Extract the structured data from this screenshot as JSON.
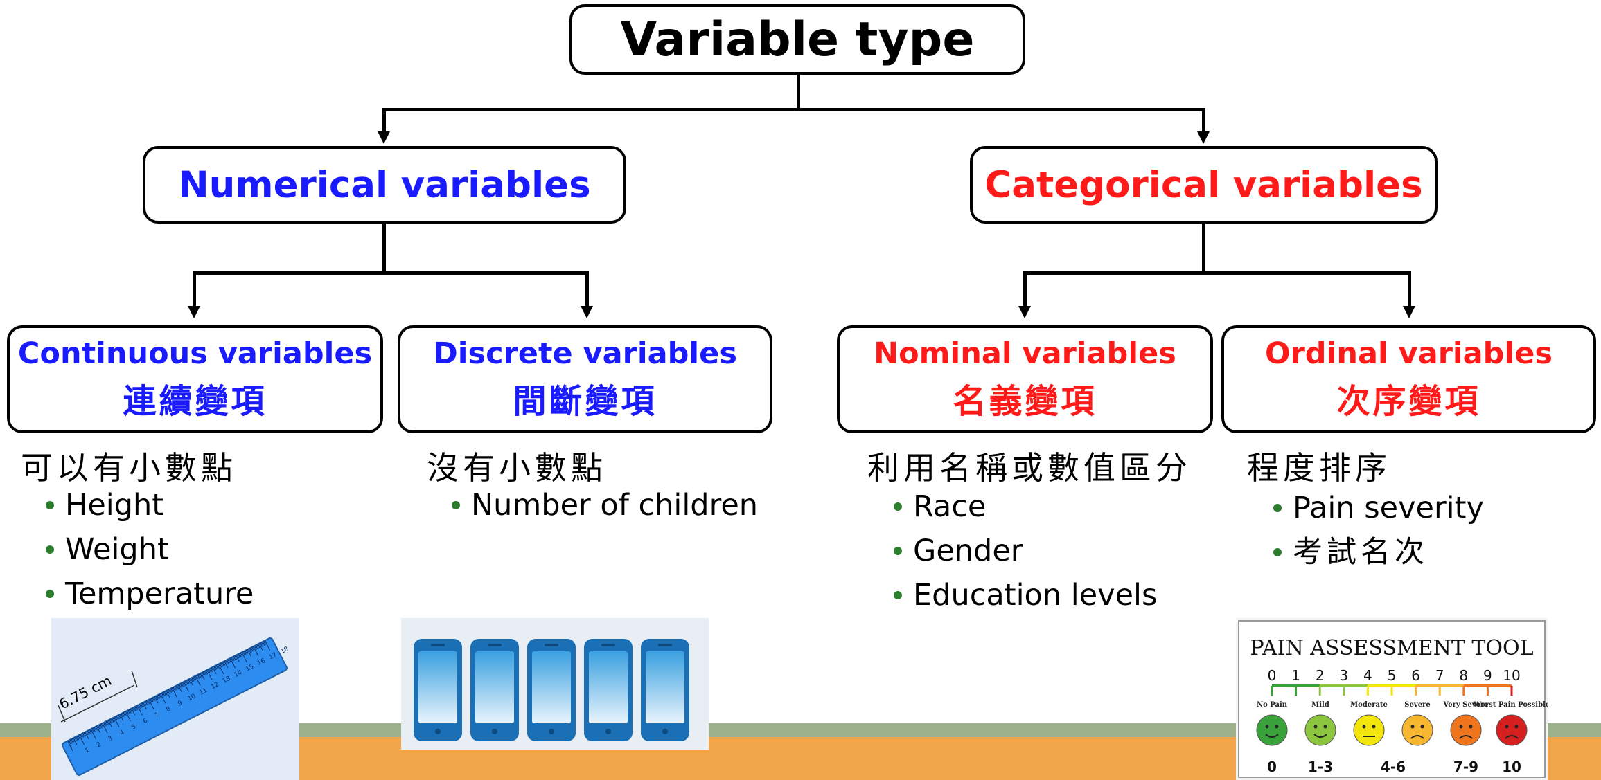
{
  "root": {
    "label": "Variable type"
  },
  "numerical": {
    "label": "Numerical variables"
  },
  "categorical": {
    "label": "Categorical variables"
  },
  "continuous": {
    "label_en": "Continuous variables",
    "label_zh": "連續變項",
    "heading": "可以有小數點",
    "examples": [
      "Height",
      "Weight",
      "Temperature"
    ]
  },
  "discrete": {
    "label_en": "Discrete variables",
    "label_zh": "間斷變項",
    "heading": "沒有小數點",
    "examples": [
      "Number of children"
    ]
  },
  "nominal": {
    "label_en": "Nominal variables",
    "label_zh": "名義變項",
    "heading": "利用名稱或數值區分",
    "examples": [
      "Race",
      "Gender",
      "Education levels"
    ]
  },
  "ordinal": {
    "label_en": "Ordinal variables",
    "label_zh": "次序變項",
    "heading": "程度排序",
    "examples": [
      "Pain severity",
      "考試名次"
    ]
  },
  "ruler": {
    "measure": "6.75 cm",
    "ticks": [
      "1",
      "2",
      "3",
      "4",
      "5",
      "6",
      "7",
      "8",
      "9",
      "10",
      "11",
      "12",
      "13",
      "14",
      "15",
      "16",
      "17",
      "18"
    ]
  },
  "pain_tool": {
    "title": "PAIN ASSESSMENT TOOL",
    "scale": [
      "0",
      "1",
      "2",
      "3",
      "4",
      "5",
      "6",
      "7",
      "8",
      "9",
      "10"
    ],
    "levels": [
      "No Pain",
      "Mild",
      "Moderate",
      "Severe",
      "Very Severe",
      "Worst Pain Possible"
    ],
    "face_colors": [
      "#3aa23a",
      "#8cc63f",
      "#f2e60d",
      "#f7b731",
      "#f0741c",
      "#d62020"
    ],
    "scores": [
      "0",
      "1-3",
      "4-6",
      "7-9",
      "10"
    ]
  },
  "colors": {
    "numerical": "#1a1aff",
    "categorical": "#ff1a1a",
    "bullet": "#2e7d2e",
    "footer_orange": "#f0a54a",
    "footer_green": "#9cb08c"
  }
}
